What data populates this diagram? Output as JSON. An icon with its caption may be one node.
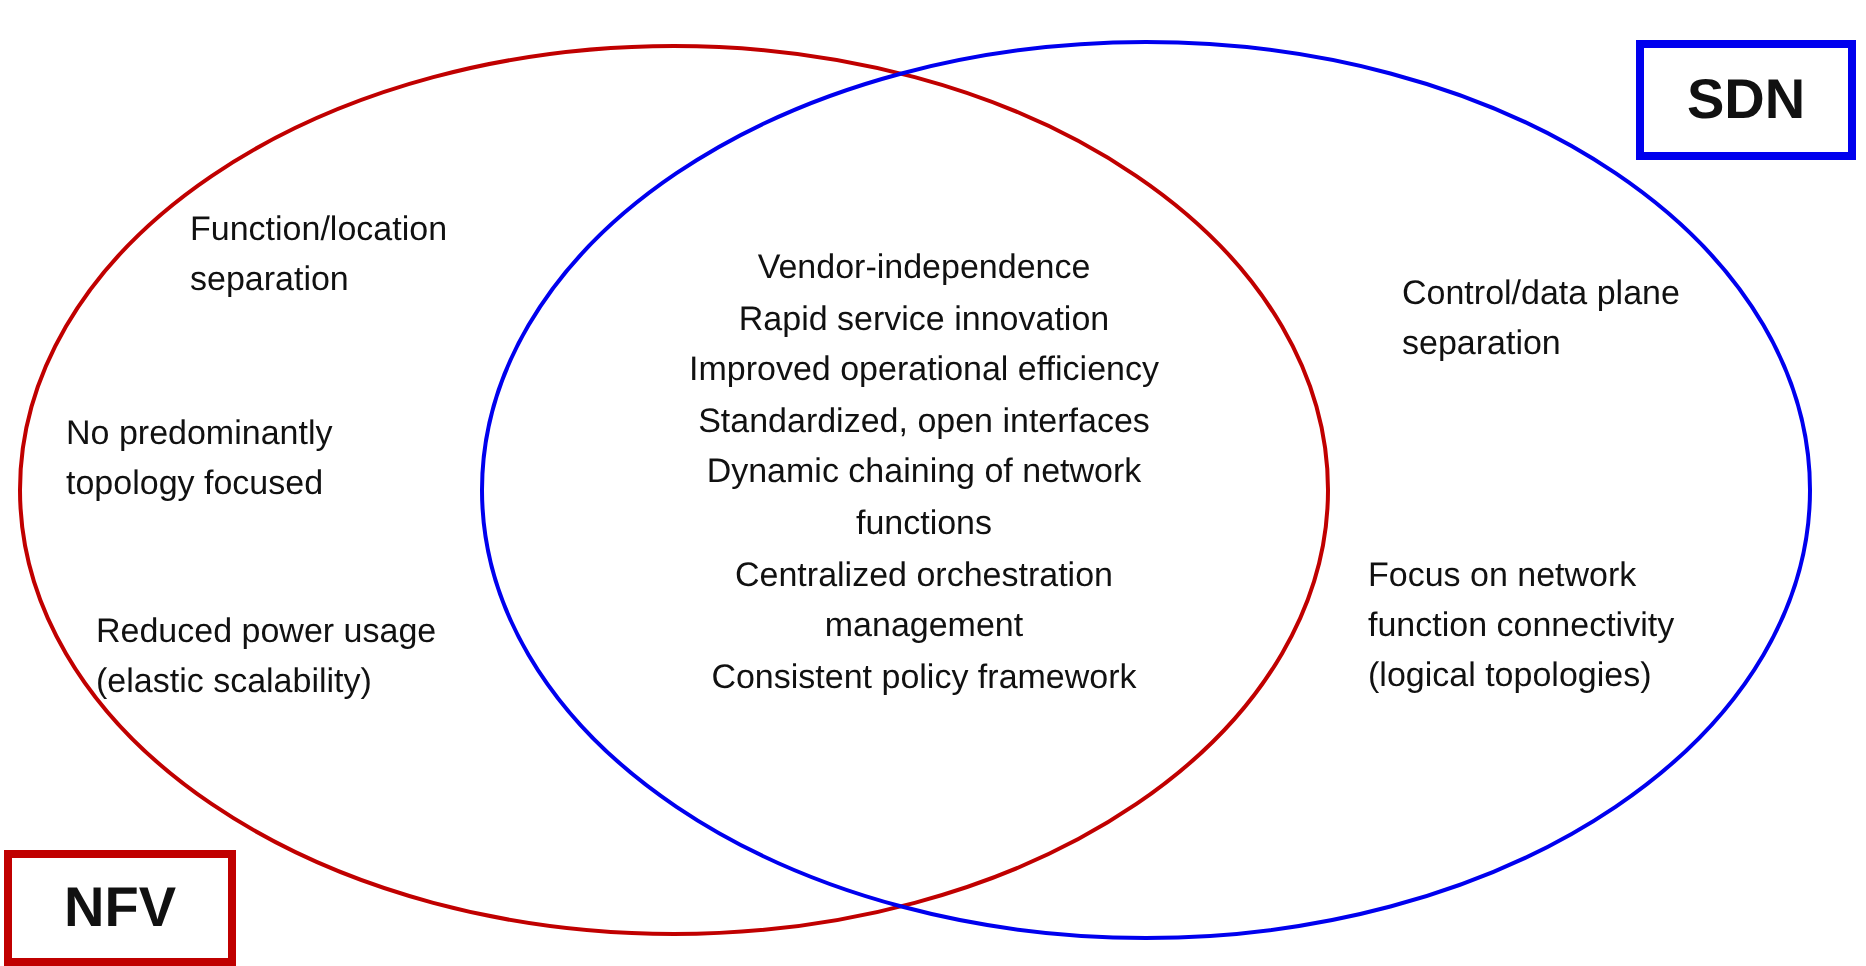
{
  "diagram": {
    "nodes": [
      {
        "text": [
          "Function/location separation",
          "No predominantly topology focused",
          "Reduced power usage (elastic scalability)"
        ]
      },
      {
        "text": [
          "Control/data plane separation",
          "Focus on network function connectivity (logical topologies)"
        ]
      },
      {
        "text": [
          "NFV"
        ]
      },
      {
        "text": [
          "SDN"
        ]
      }
    ],
    "labels": [
      "Vendor-independence",
      "Rapid service innovation",
      "Improved operational efficiency",
      "Standardized, open interfaces",
      "Dynamic chaining of network functions",
      "Centralized orchestration management",
      "Consistent policy framework"
    ]
  }
}
